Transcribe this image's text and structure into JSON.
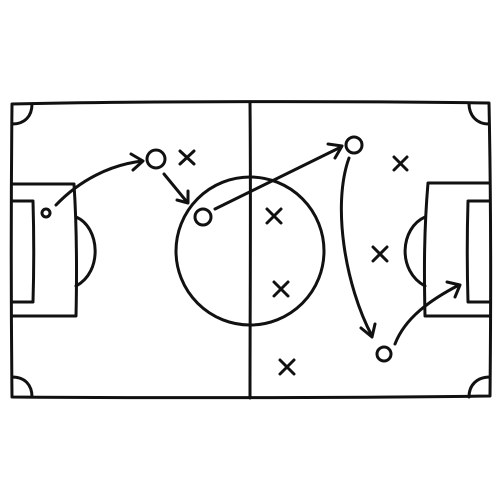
{
  "colors": {
    "background": "#ffffff",
    "ink": "#111111"
  },
  "diagram": {
    "type": "soccer-tactics-board",
    "pitch": {
      "markings": [
        "outer-boundary",
        "halfway-line",
        "center-circle",
        "left-penalty-area",
        "left-goal-area",
        "left-penalty-arc",
        "right-penalty-area",
        "right-goal-area",
        "right-penalty-arc",
        "corner-arcs"
      ]
    },
    "players_o": [
      {
        "id": "o1",
        "role": "attacker"
      },
      {
        "id": "o2",
        "role": "attacker"
      },
      {
        "id": "o3",
        "role": "attacker"
      },
      {
        "id": "o4",
        "role": "attacker"
      },
      {
        "id": "o5",
        "role": "attacker"
      }
    ],
    "players_x": [
      {
        "id": "x1",
        "role": "defender"
      },
      {
        "id": "x2",
        "role": "defender"
      },
      {
        "id": "x3",
        "role": "defender"
      },
      {
        "id": "x4",
        "role": "defender"
      },
      {
        "id": "x5",
        "role": "defender"
      },
      {
        "id": "x6",
        "role": "defender"
      }
    ],
    "movements": [
      {
        "from": "o1",
        "to": "o2",
        "kind": "pass"
      },
      {
        "from": "o2",
        "to": "o3",
        "kind": "run"
      },
      {
        "from": "o3",
        "to": "o4",
        "kind": "pass"
      },
      {
        "from": "o4",
        "to": "o5",
        "kind": "run"
      },
      {
        "from": "o5",
        "to": "right-goal",
        "kind": "shot"
      }
    ]
  }
}
